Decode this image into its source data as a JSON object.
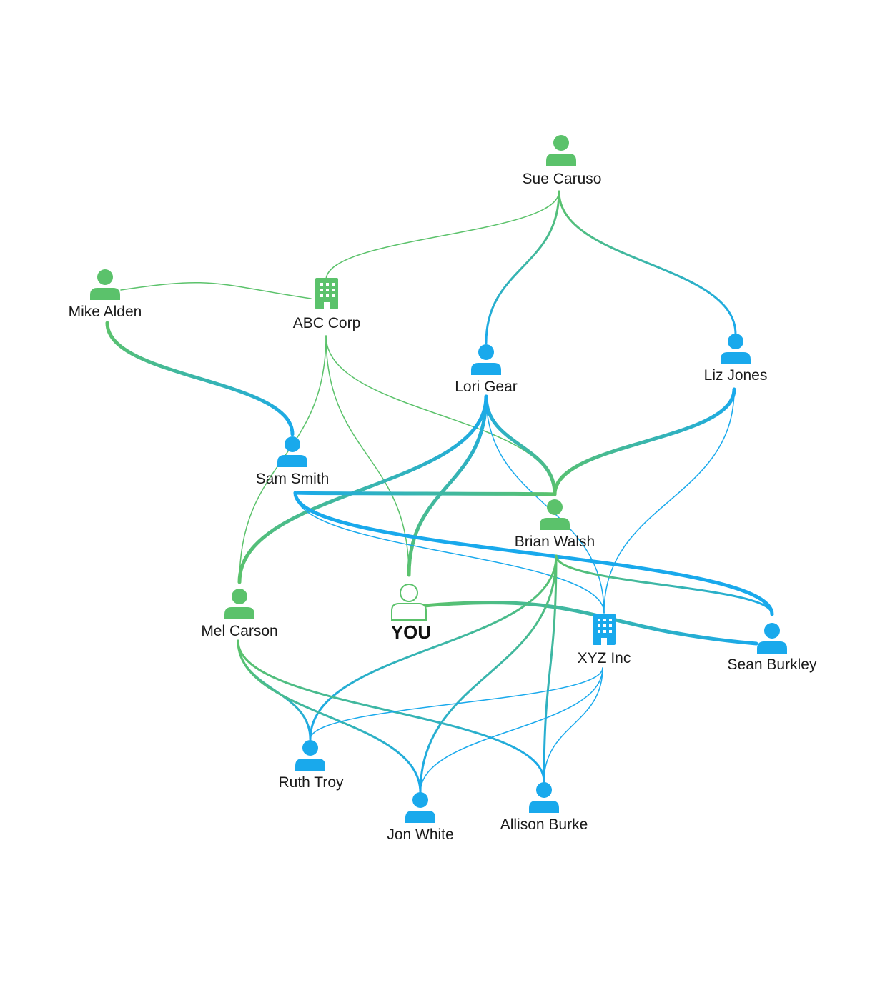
{
  "colors": {
    "green": "#5bc26b",
    "blue": "#19a9ec",
    "background": "#ffffff",
    "label": "#1a1a1a"
  },
  "nodes": [
    {
      "id": "sue",
      "label": "Sue Caruso",
      "kind": "person",
      "color": "green"
    },
    {
      "id": "mike",
      "label": "Mike Alden",
      "kind": "person",
      "color": "green"
    },
    {
      "id": "abc",
      "label": "ABC Corp",
      "kind": "company",
      "color": "green"
    },
    {
      "id": "lori",
      "label": "Lori Gear",
      "kind": "person",
      "color": "blue"
    },
    {
      "id": "liz",
      "label": "Liz Jones",
      "kind": "person",
      "color": "blue"
    },
    {
      "id": "sam",
      "label": "Sam Smith",
      "kind": "person",
      "color": "blue"
    },
    {
      "id": "brian",
      "label": "Brian Walsh",
      "kind": "person",
      "color": "green"
    },
    {
      "id": "mel",
      "label": "Mel Carson",
      "kind": "person",
      "color": "green"
    },
    {
      "id": "you",
      "label": "YOU",
      "kind": "self",
      "color": "green"
    },
    {
      "id": "xyz",
      "label": "XYZ Inc",
      "kind": "company",
      "color": "blue"
    },
    {
      "id": "sean",
      "label": "Sean Burkley",
      "kind": "person",
      "color": "blue"
    },
    {
      "id": "ruth",
      "label": "Ruth Troy",
      "kind": "person",
      "color": "blue"
    },
    {
      "id": "jon",
      "label": "Jon White",
      "kind": "person",
      "color": "blue"
    },
    {
      "id": "allison",
      "label": "Allison Burke",
      "kind": "person",
      "color": "blue"
    }
  ],
  "edges": [
    {
      "from": "mike",
      "to": "abc",
      "strength": "thin"
    },
    {
      "from": "abc",
      "to": "sue",
      "strength": "thin"
    },
    {
      "from": "sue",
      "to": "lori",
      "strength": "medium"
    },
    {
      "from": "sue",
      "to": "liz",
      "strength": "medium"
    },
    {
      "from": "mike",
      "to": "sam",
      "strength": "thick"
    },
    {
      "from": "abc",
      "to": "mel",
      "strength": "thin"
    },
    {
      "from": "abc",
      "to": "you",
      "strength": "thin"
    },
    {
      "from": "abc",
      "to": "brian",
      "strength": "thin"
    },
    {
      "from": "lori",
      "to": "brian",
      "strength": "thick"
    },
    {
      "from": "lori",
      "to": "mel",
      "strength": "thick"
    },
    {
      "from": "lori",
      "to": "you",
      "strength": "thick"
    },
    {
      "from": "lori",
      "to": "xyz",
      "strength": "thin"
    },
    {
      "from": "liz",
      "to": "brian",
      "strength": "thick"
    },
    {
      "from": "liz",
      "to": "xyz",
      "strength": "thin"
    },
    {
      "from": "sam",
      "to": "brian",
      "strength": "thick"
    },
    {
      "from": "sam",
      "to": "sean",
      "strength": "thick"
    },
    {
      "from": "sam",
      "to": "xyz",
      "strength": "thin"
    },
    {
      "from": "you",
      "to": "sean",
      "strength": "thick"
    },
    {
      "from": "brian",
      "to": "sean",
      "strength": "medium"
    },
    {
      "from": "brian",
      "to": "ruth",
      "strength": "medium"
    },
    {
      "from": "brian",
      "to": "jon",
      "strength": "medium"
    },
    {
      "from": "brian",
      "to": "allison",
      "strength": "medium"
    },
    {
      "from": "mel",
      "to": "ruth",
      "strength": "medium"
    },
    {
      "from": "mel",
      "to": "jon",
      "strength": "medium"
    },
    {
      "from": "mel",
      "to": "allison",
      "strength": "medium"
    },
    {
      "from": "xyz",
      "to": "ruth",
      "strength": "thin"
    },
    {
      "from": "xyz",
      "to": "jon",
      "strength": "thin"
    },
    {
      "from": "xyz",
      "to": "allison",
      "strength": "thin"
    }
  ]
}
